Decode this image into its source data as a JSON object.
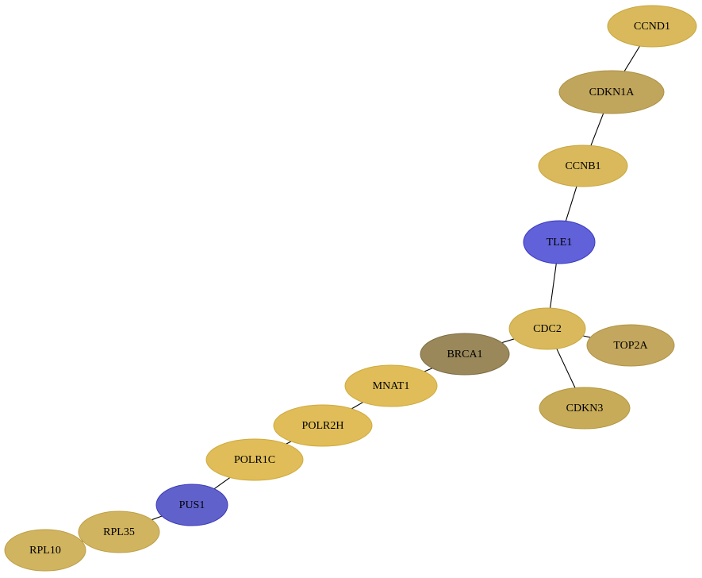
{
  "graph": {
    "nodes": [
      {
        "id": "CCND1",
        "label": "CCND1",
        "color": "#d9b95b",
        "stroke": "#c8a740"
      },
      {
        "id": "CDKN1A",
        "label": "CDKN1A",
        "color": "#c0a55c",
        "stroke": "#ad9144"
      },
      {
        "id": "CCNB1",
        "label": "CCNB1",
        "color": "#d9b95b",
        "stroke": "#c8a740"
      },
      {
        "id": "TLE1",
        "label": "TLE1",
        "color": "#6161d9",
        "stroke": "#3b3bc2"
      },
      {
        "id": "CDC2",
        "label": "CDC2",
        "color": "#d9b95b",
        "stroke": "#c8a740"
      },
      {
        "id": "TOP2A",
        "label": "TOP2A",
        "color": "#c4a75e",
        "stroke": "#b09447"
      },
      {
        "id": "CDKN3",
        "label": "CDKN3",
        "color": "#c8ab58",
        "stroke": "#b39741"
      },
      {
        "id": "BRCA1",
        "label": "BRCA1",
        "color": "#9a885b",
        "stroke": "#7e6e44"
      },
      {
        "id": "MNAT1",
        "label": "MNAT1",
        "color": "#e0bd58",
        "stroke": "#cfaa3e"
      },
      {
        "id": "POLR2H",
        "label": "POLR2H",
        "color": "#e0bd58",
        "stroke": "#cfaa3e"
      },
      {
        "id": "POLR1C",
        "label": "POLR1C",
        "color": "#e0bd58",
        "stroke": "#cfaa3e"
      },
      {
        "id": "PUS1",
        "label": "PUS1",
        "color": "#6161cc",
        "stroke": "#3b3bb5"
      },
      {
        "id": "RPL35",
        "label": "RPL35",
        "color": "#d1b460",
        "stroke": "#bd9f47"
      },
      {
        "id": "RPL10",
        "label": "RPL10",
        "color": "#d1b460",
        "stroke": "#bd9f47"
      }
    ],
    "edges": [
      {
        "source": "CCND1",
        "target": "CDKN1A"
      },
      {
        "source": "CDKN1A",
        "target": "CCNB1"
      },
      {
        "source": "CCNB1",
        "target": "TLE1"
      },
      {
        "source": "TLE1",
        "target": "CDC2"
      },
      {
        "source": "CDC2",
        "target": "TOP2A"
      },
      {
        "source": "CDC2",
        "target": "CDKN3"
      },
      {
        "source": "CDC2",
        "target": "BRCA1"
      },
      {
        "source": "BRCA1",
        "target": "MNAT1"
      },
      {
        "source": "MNAT1",
        "target": "POLR2H"
      },
      {
        "source": "POLR2H",
        "target": "POLR1C"
      },
      {
        "source": "POLR1C",
        "target": "PUS1"
      },
      {
        "source": "PUS1",
        "target": "RPL35"
      },
      {
        "source": "RPL35",
        "target": "RPL10"
      }
    ]
  }
}
